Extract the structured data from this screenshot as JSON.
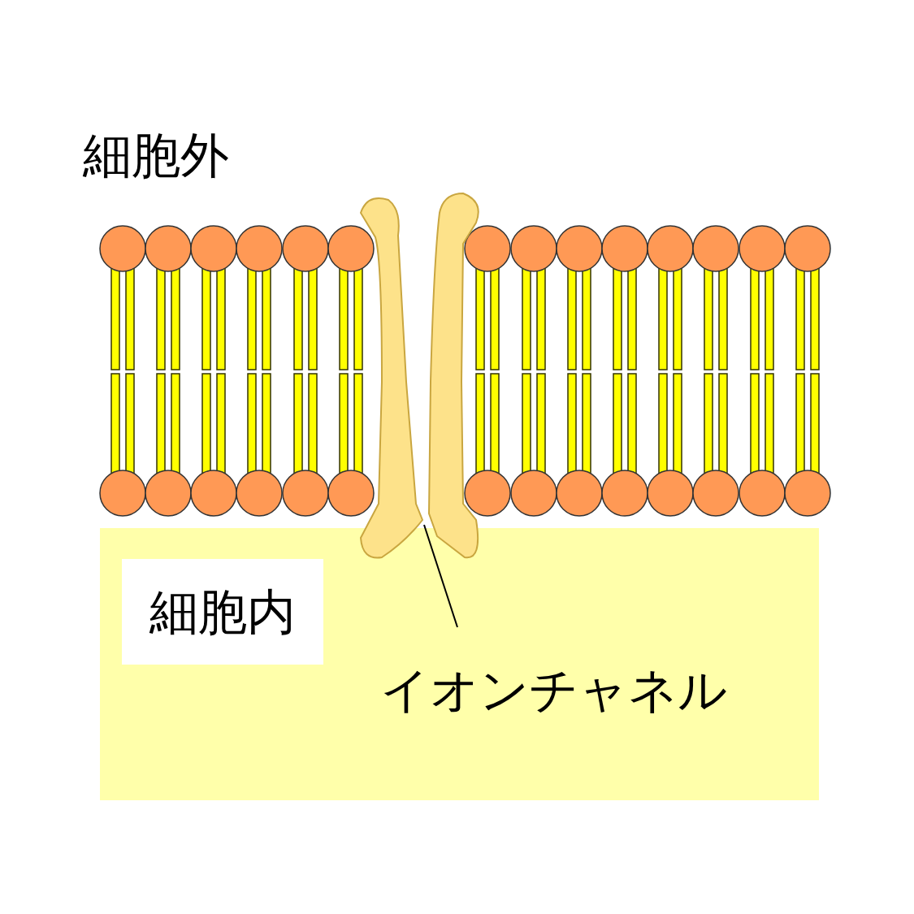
{
  "diagram": {
    "nodes": [
      {
        "text": [
          "細胞内"
        ]
      }
    ],
    "labels": [
      "細胞外",
      "イオンチャネル"
    ]
  }
}
